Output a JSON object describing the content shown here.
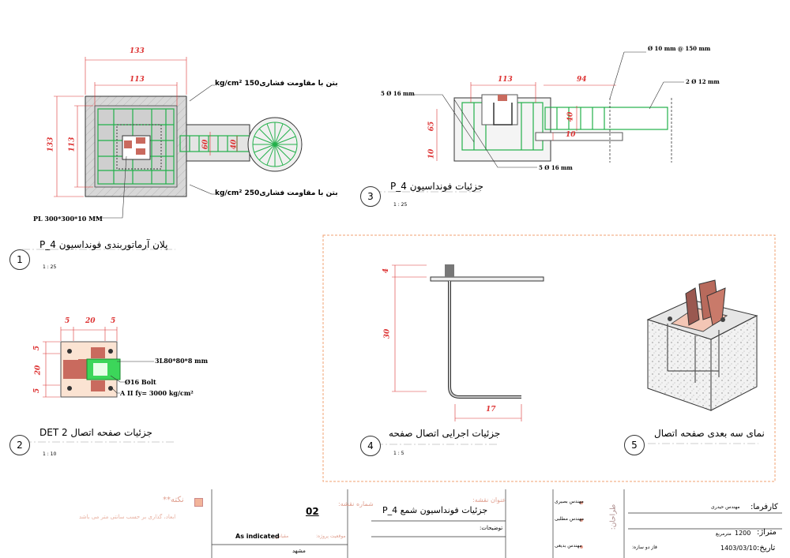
{
  "views": [
    {
      "number": "1",
      "title": "پلان آرماتوربندی فونداسیون P_4",
      "scale": "1 : 25"
    },
    {
      "number": "2",
      "title": "جزئیات صفحه اتصال  DET 2",
      "scale": "1 : 10"
    },
    {
      "number": "3",
      "title": "جزئیات فونداسیون P_4",
      "scale": "1 : 25"
    },
    {
      "number": "4",
      "title": "جزئیات اجرایی اتصال صفحه",
      "scale": "1 : 5"
    },
    {
      "number": "5",
      "title": "نمای سه بعدی صفحه اتصال",
      "scale": ""
    }
  ],
  "view1": {
    "dim_133_top": "133",
    "dim_113_top": "113",
    "dim_133_left": "133",
    "dim_113_left": "113",
    "dim_60": "60",
    "dim_40": "40",
    "note_concrete_150": "بتن با مقاومت فشاری150 kg/cm²",
    "note_concrete_250": "بتن با مقاومت فشاری250 kg/cm²",
    "note_plate": "PL 300*300*10 MM"
  },
  "view2": {
    "dim_5a": "5",
    "dim_20": "20",
    "dim_5b": "5",
    "dim_5_left_top": "5",
    "dim_20_left": "20",
    "dim_5_left_bottom": "5",
    "note_angle": "3L80*80*8 mm",
    "note_bolt": "Ø16 Bolt",
    "note_steel": "A II fy= 3000 kg/cm²"
  },
  "view3": {
    "dim_113": "113",
    "dim_94": "94",
    "dim_65": "65",
    "dim_10_left": "10",
    "dim_40": "40",
    "dim_10_mid": "10",
    "note_stirrup": "Ø 10 mm @ 150 mm",
    "note_top_bars": "2 Ø 12 mm",
    "note_5o16_top": "5 Ø 16 mm",
    "note_5o16_bottom": "5 Ø 16 mm"
  },
  "view4": {
    "dim_4": "4",
    "dim_30": "30",
    "dim_17": "17"
  },
  "notes": {
    "title": "نکته**",
    "text": "ابعاد، گذاری بر حسب سانتی متر می باشد"
  },
  "title_block": {
    "drawing_title_label": "عنوان نقشه:",
    "drawing_title": "جزئیات فونداسیون شمع P_4",
    "drawing_number_label": "شماره نقشه:",
    "drawing_number": "02",
    "description_label": "توضیحات:",
    "scale_label": "مقیاس:",
    "scale_value": "As indicated",
    "location_label": "موقعیت پروژه:",
    "location_value": "مشهد",
    "designers": [
      "مهندس بصیری",
      "مهندس مطلبی",
      "مهندس بدیعی"
    ],
    "designer_role": "طراحان:",
    "client_label": "کارفرما:",
    "client_value": "مهندس حیدری",
    "area_label": "متراژ:",
    "area_value": "1200",
    "area_unit": "مترمربع",
    "date_label": "تاریخ:",
    "date_value": "1403/03/10",
    "phase_label": "فاز دو سازه:"
  }
}
